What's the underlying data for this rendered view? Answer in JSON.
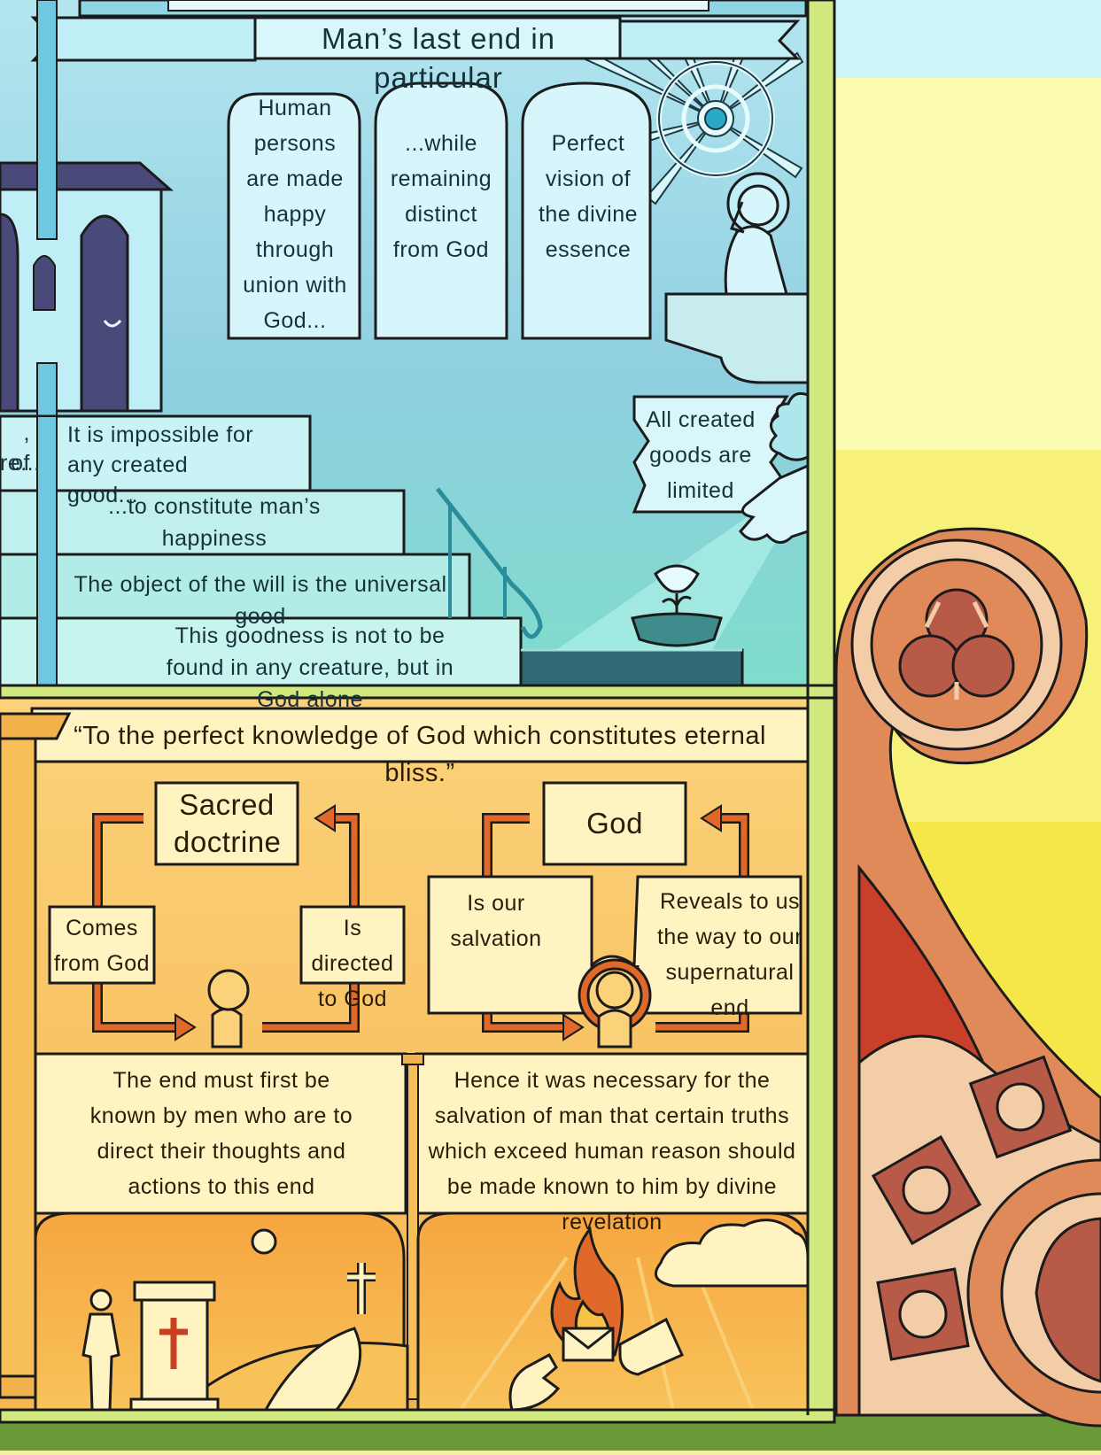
{
  "top_panel": {
    "banner": "Man’s last end in particular",
    "tablets": [
      "Human persons are made happy through union with God...",
      "...while remaining distinct from God",
      "Perfect vision of the divine essence"
    ],
    "left_cut_lines": [
      ", of",
      "re..."
    ],
    "steps": [
      "It is impossible for any created good...",
      "...to constitute man’s happiness",
      "The object of the will is the universal good",
      "This goodness is not to be found in any creature, but in God alone"
    ],
    "scroll": "All created goods are limited"
  },
  "bottom_panel": {
    "quote": "“To the perfect knowledge of God which constitutes eternal bliss.”",
    "left_diagram": {
      "center": "Sacred doctrine",
      "left_box": "Comes from God",
      "right_box": "Is directed to God"
    },
    "right_diagram": {
      "center": "God",
      "left_box": "Is our salvation",
      "right_box": "Reveals to us the way to our supernatural end"
    },
    "caption_left": "The end must first be known by men who are to direct their thoughts and actions to this end",
    "caption_right": "Hence it was necessary for the salvation of man that certain truths which exceed human reason should be made known to him by divine revelation"
  },
  "colors": {
    "top_sky": "#9fd9e6",
    "top_floor": "#7ed7c9",
    "bottom_bg": "#f7c46a",
    "arrow": "#e0692a",
    "frame": "#cfe97f",
    "border_green": "#6b9a3a",
    "ornament": "#e08a5a"
  },
  "icons": [
    "sun-rays-icon",
    "praying-saint-icon",
    "cloud-icon",
    "hand-icon",
    "flower-icon",
    "church-icon",
    "stairs-icon",
    "person-icon",
    "halo-icon",
    "altar-cross-icon",
    "cross-icon",
    "flame-icon",
    "envelope-icon",
    "trefoil-icon",
    "quatrefoil-icon"
  ]
}
